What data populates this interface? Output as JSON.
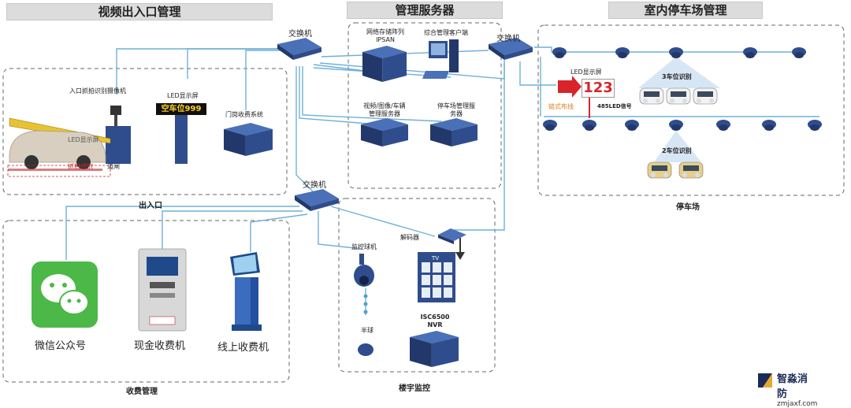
{
  "headers": {
    "video": "视频出入口管理",
    "server": "管理服务器",
    "parking": "室内停车场管理"
  },
  "switch_label": "交换机",
  "labels": {
    "ipsan": "网络存储阵列\nIPSAN",
    "client": "综合管理客户端",
    "vvms": "视频/图像/车辆\n管理服务器",
    "pms": "停车场管理服\n务器",
    "camera_entry": "入口抓拍识别摄像机",
    "led_entry": "LED显示屏",
    "led_sign": "空车位999",
    "booth": "门岗收费系统",
    "car_led": "LED显示屏",
    "camera_mark": "抓拍识别",
    "barrier": "道闸",
    "led_park": "LED显示屏",
    "led_park_num": "123",
    "chain": "链式布线",
    "sig485": "485LED信号",
    "spot3": "3车位识别",
    "spot2": "2车位识别",
    "dome": "监控球机",
    "decoder": "解码器",
    "half": "半球",
    "nvr": "ISC6500\nNVR",
    "wechat": "微信公众号",
    "cash": "现金收费机",
    "online": "线上收费机",
    "tv": "TV"
  },
  "sections": {
    "entry": "出入口",
    "parking": "停车场",
    "fee": "收费管理",
    "building": "楼宇监控"
  },
  "brand": {
    "name": "智淼消防",
    "domain": "zmjaxf.com"
  },
  "colors": {
    "line": "#6fb0d8",
    "device": "#2f4d8c",
    "dashed": "#666666",
    "led_red": "#d8242a",
    "wechat": "#4cb848"
  }
}
